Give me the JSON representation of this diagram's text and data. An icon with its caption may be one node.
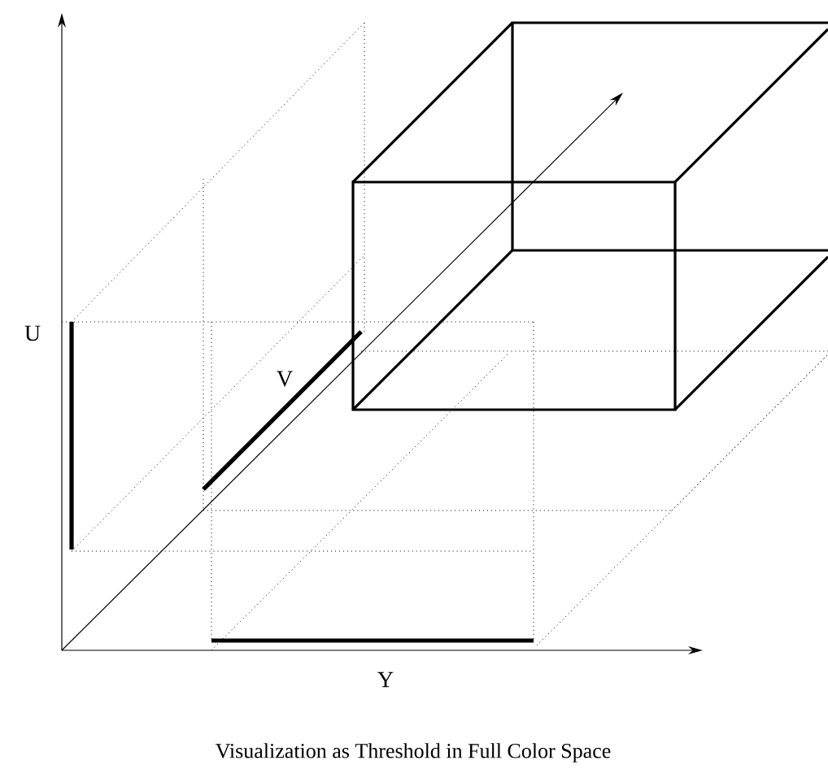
{
  "diagram": {
    "caption": "Visualization as Threshold in Full Color Space",
    "labels": [
      "U",
      "V",
      "Y"
    ]
  }
}
